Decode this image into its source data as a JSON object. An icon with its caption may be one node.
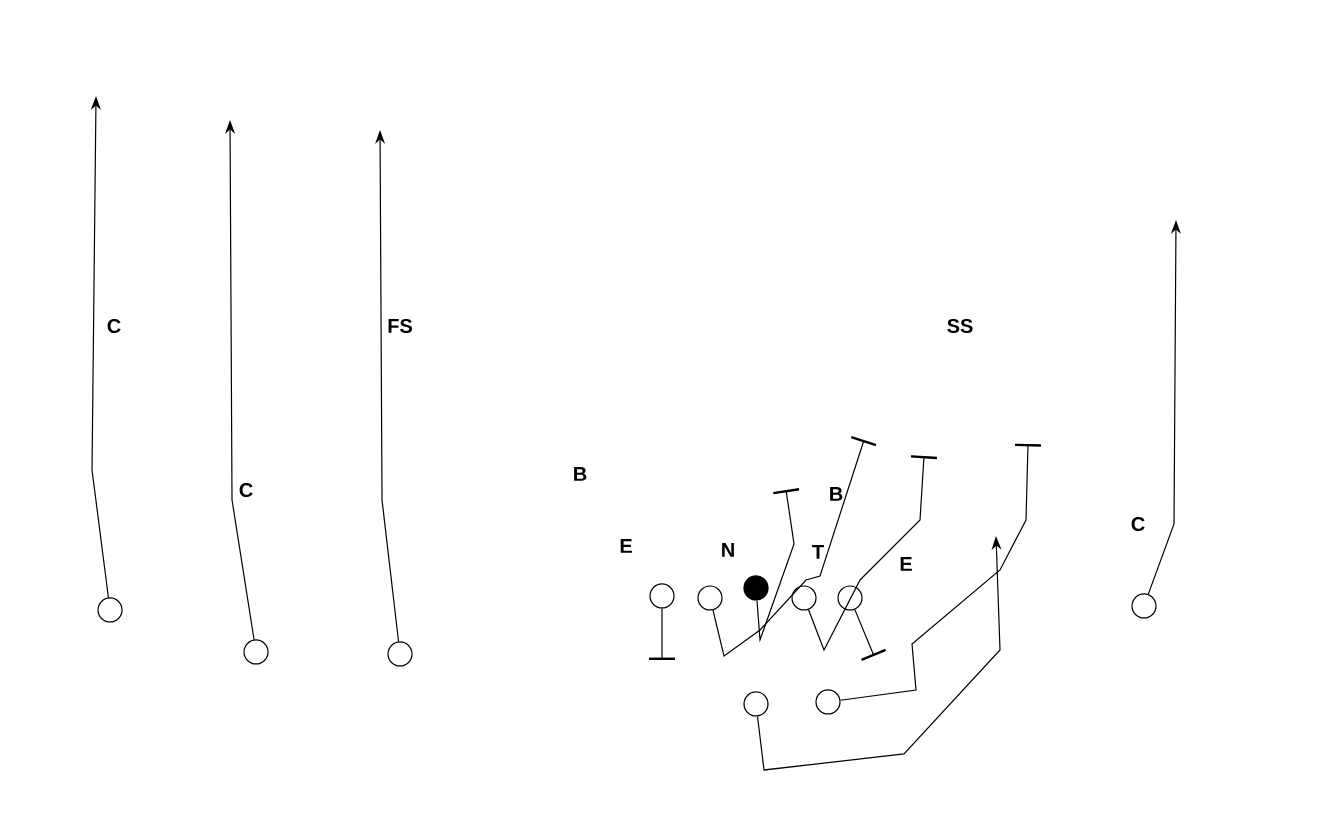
{
  "diagram": {
    "nodes": [
      {
        "text": [],
        "shape": "circle"
      },
      {
        "text": [],
        "shape": "circle"
      },
      {
        "text": [],
        "shape": "circle"
      },
      {
        "text": [],
        "shape": "circle"
      },
      {
        "text": [],
        "shape": "circle"
      },
      {
        "text": [],
        "shape": "dot"
      },
      {
        "text": [],
        "shape": "circle"
      },
      {
        "text": [],
        "shape": "circle"
      },
      {
        "text": [],
        "shape": "circle"
      },
      {
        "text": [],
        "shape": "circle"
      },
      {
        "text": [],
        "shape": "circle"
      }
    ],
    "edges": [
      {
        "from": 0,
        "to": null,
        "arrow": "to"
      },
      {
        "from": 1,
        "to": null,
        "arrow": "to"
      },
      {
        "from": 2,
        "to": null,
        "arrow": "to"
      },
      {
        "from": 3,
        "to": null,
        "arrow": "other"
      },
      {
        "from": 4,
        "to": null,
        "arrow": "other"
      },
      {
        "from": 5,
        "to": null,
        "arrow": "other"
      },
      {
        "from": 6,
        "to": null,
        "arrow": "other"
      },
      {
        "from": 7,
        "to": null,
        "arrow": "other"
      },
      {
        "from": 8,
        "to": null,
        "arrow": "to"
      },
      {
        "from": 9,
        "to": null,
        "arrow": "other"
      },
      {
        "from": 10,
        "to": null,
        "arrow": "to"
      }
    ],
    "labels": [
      "C",
      "FS",
      "SS",
      "C",
      "B",
      "B",
      "C",
      "E",
      "N",
      "T",
      "E"
    ]
  }
}
